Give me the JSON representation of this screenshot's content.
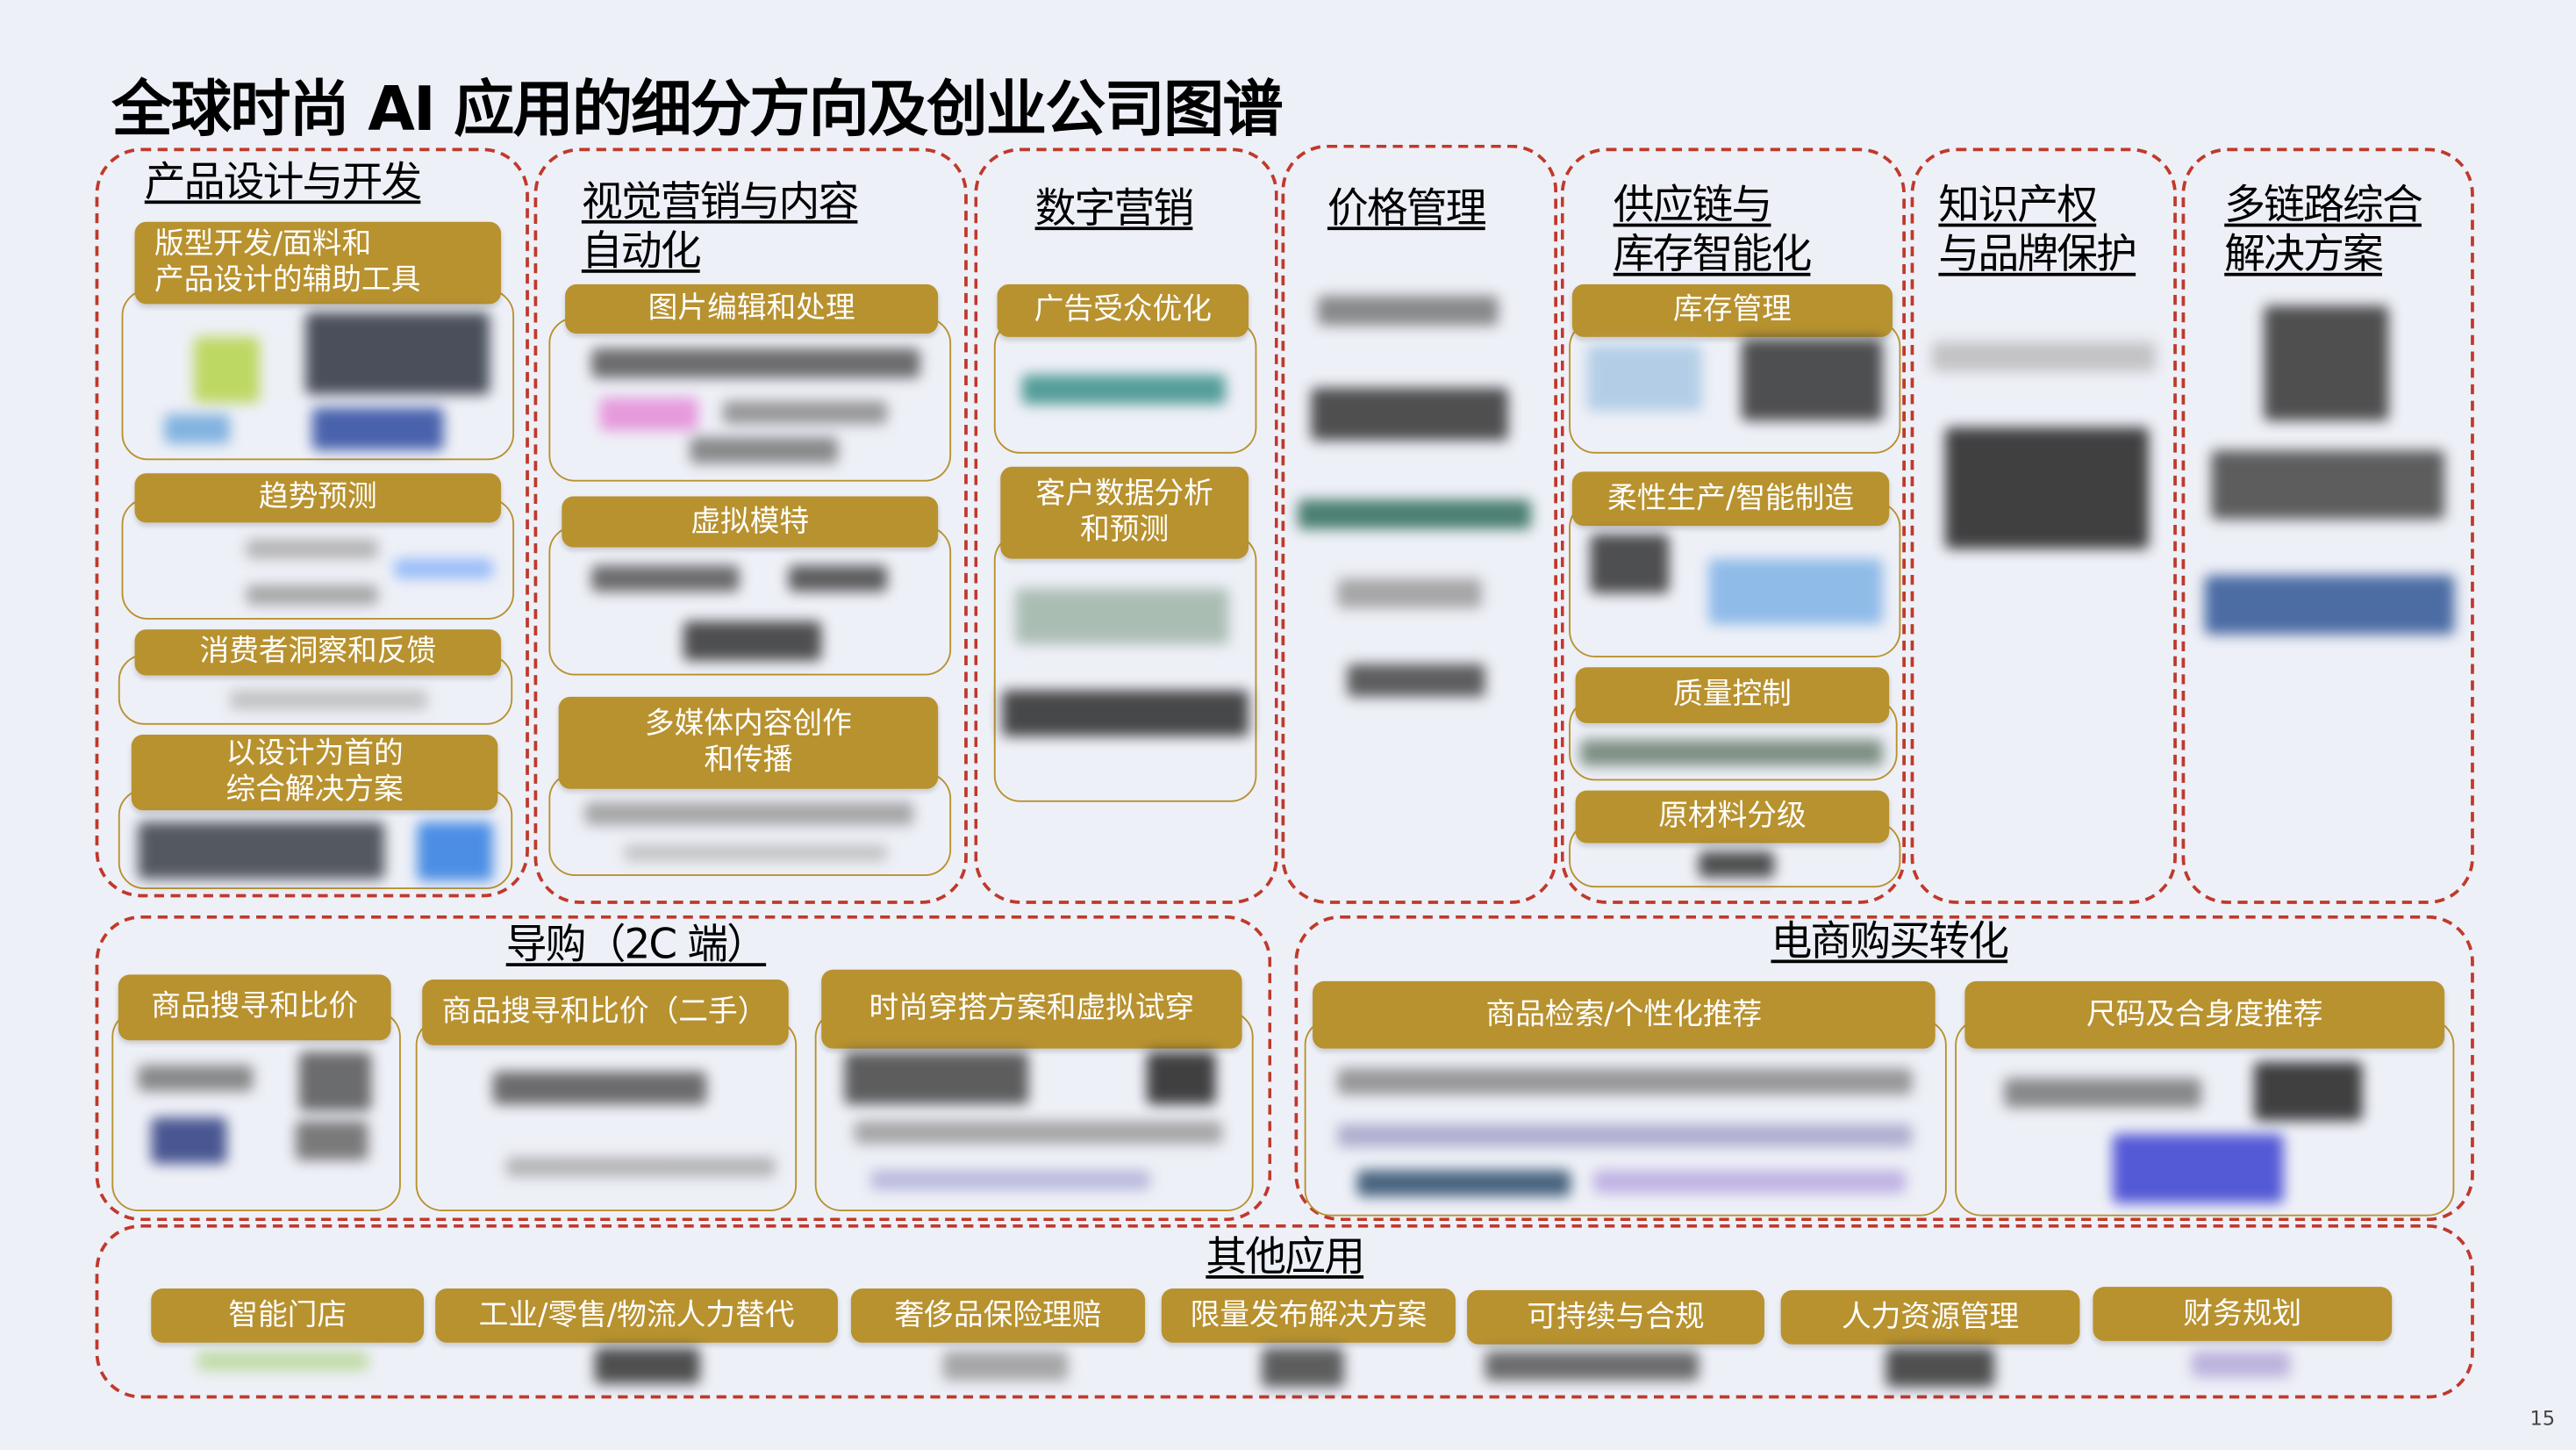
{
  "title": "全球时尚 AI 应用的细分方向及创业公司图谱",
  "page_number": "15",
  "colors": {
    "gold": "#b8922f",
    "dash": "#c0392b",
    "background": "#eef0f7"
  },
  "sections": {
    "product_design": {
      "title": "产品设计与开发",
      "items": [
        "版型开发/面料和\n产品设计的辅助工具",
        "趋势预测",
        "消费者洞察和反馈",
        "以设计为首的\n综合解决方案"
      ]
    },
    "visual_marketing": {
      "title": "视觉营销与内容\n自动化",
      "items": [
        "图片编辑和处理",
        "虚拟模特",
        "多媒体内容创作\n和传播"
      ]
    },
    "digital_marketing": {
      "title": "数字营销",
      "items": [
        "广告受众优化",
        "客户数据分析\n和预测"
      ]
    },
    "pricing": {
      "title": "价格管理"
    },
    "supply_chain": {
      "title": "供应链与\n库存智能化",
      "items": [
        "库存管理",
        "柔性生产/智能制造",
        "质量控制",
        "原材料分级"
      ]
    },
    "ip": {
      "title": "知识产权\n与品牌保护"
    },
    "multi_chain": {
      "title": "多链路综合\n解决方案"
    },
    "shopping_guide": {
      "title": "导购（2C 端）",
      "items": [
        "商品搜寻和比价",
        "商品搜寻和比价（二手）",
        "时尚穿搭方案和虚拟试穿"
      ]
    },
    "ecommerce": {
      "title": "电商购买转化",
      "items": [
        "商品检索/个性化推荐",
        "尺码及合身度推荐"
      ]
    },
    "other": {
      "title": "其他应用",
      "items": [
        "智能门店",
        "工业/零售/物流人力替代",
        "奢侈品保险理赔",
        "限量发布解决方案",
        "可持续与合规",
        "人力资源管理",
        "财务规划"
      ]
    }
  }
}
